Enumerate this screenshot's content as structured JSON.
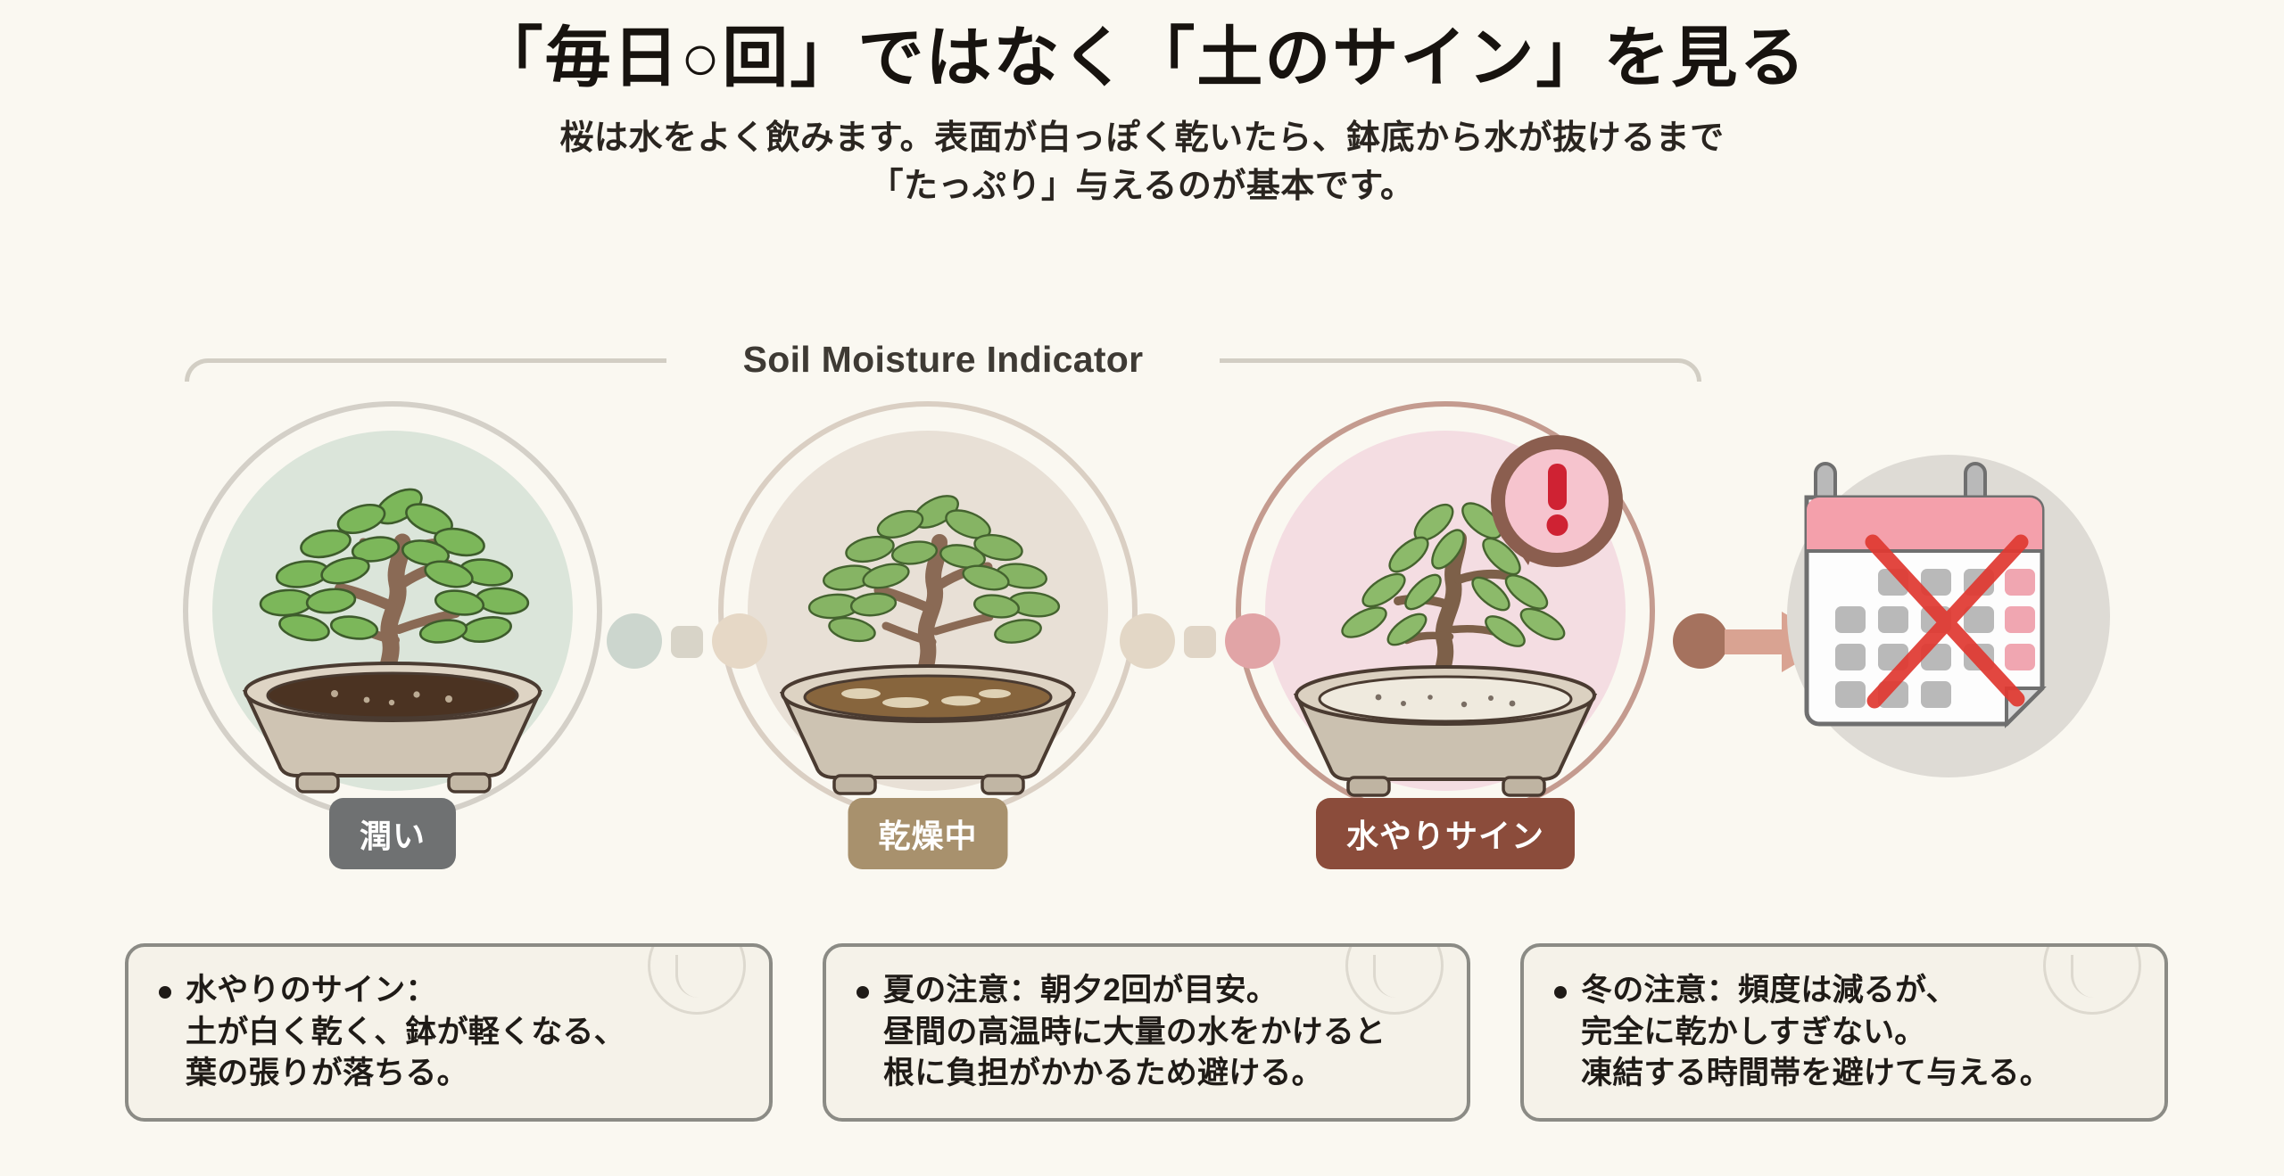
{
  "header": {
    "title": "「毎日○回」ではなく「土のサイン」を見る",
    "subtitle_line1": "桜は水をよく飲みます。表面が白っぽく乾いたら、鉢底から水が抜けるまで",
    "subtitle_line2": "「たっぷり」与えるのが基本です。"
  },
  "indicator": {
    "bracket_label": "Soil Moisture Indicator"
  },
  "stages": [
    {
      "badge": "潤い",
      "badge_color": "#6f7172",
      "ring_color": "#d4d0c8",
      "fill_color": "#dbe5da",
      "soil": "moist-dark",
      "foliage": "lush-green"
    },
    {
      "badge": "乾燥中",
      "badge_color": "#a8916d",
      "ring_color": "#dacfc3",
      "fill_color": "#e8e0d6",
      "soil": "drying-brown",
      "foliage": "medium-green"
    },
    {
      "badge": "水やりサイン",
      "badge_color": "#8b4c3b",
      "ring_color": "#c49b8f",
      "fill_color": "#f4dde2",
      "soil": "dry-white",
      "foliage": "drooping-green",
      "alert": "!"
    }
  ],
  "connectors": [
    {
      "left_dot": "#ccd6ce",
      "square": "#d8d4c8",
      "right_dot": "#e6d8c6"
    },
    {
      "left_dot": "#e3d7c6",
      "square": "#e0d5c6",
      "right_dot": "#e1a4a6"
    }
  ],
  "arrow": {
    "dot_color": "#a5725e",
    "body_color": "#d9a392"
  },
  "calendar": {
    "icon": "calendar-crossed-out",
    "header_color": "#f4a0ab",
    "cross_color": "#e03a32",
    "background_circle": "#dedbd5"
  },
  "notes": [
    {
      "lines": [
        "水やりのサイン：",
        "土が白く乾く、鉢が軽くなる、",
        "葉の張りが落ちる。"
      ]
    },
    {
      "lines": [
        "夏の注意：朝夕2回が目安。",
        "昼間の高温時に大量の水をかけると",
        "根に負担がかかるため避ける。"
      ]
    },
    {
      "lines": [
        "冬の注意：頻度は減るが、",
        "完全に乾かしすぎない。",
        "凍結する時間帯を避けて与える。"
      ]
    }
  ]
}
